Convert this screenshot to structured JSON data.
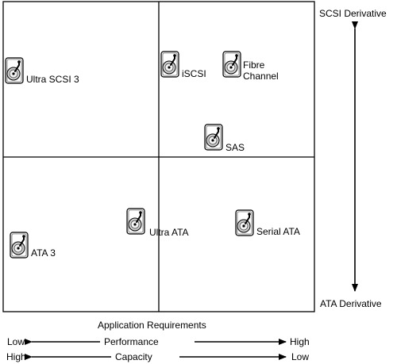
{
  "quadrant_chart": {
    "right_axis": {
      "top_label": "SCSI Derivative",
      "bottom_label": "ATA Derivative"
    },
    "bottom_axes": {
      "title": "Application Requirements",
      "performance": {
        "low": "Low",
        "label": "Performance",
        "high": "High"
      },
      "capacity": {
        "high": "High",
        "label": "Capacity",
        "low": "Low"
      }
    },
    "drives": [
      {
        "id": "ultra-scsi-3",
        "label": "Ultra SCSI 3"
      },
      {
        "id": "iscsi",
        "label": "iSCSI"
      },
      {
        "id": "fibre-channel",
        "label": "Fibre\nChannel"
      },
      {
        "id": "sas",
        "label": "SAS"
      },
      {
        "id": "ultra-ata",
        "label": "Ultra ATA"
      },
      {
        "id": "serial-ata",
        "label": "Serial ATA"
      },
      {
        "id": "ata-3",
        "label": "ATA 3"
      }
    ],
    "colors": {
      "line": "#000000",
      "drive_fill": "#e0e0e0"
    }
  }
}
